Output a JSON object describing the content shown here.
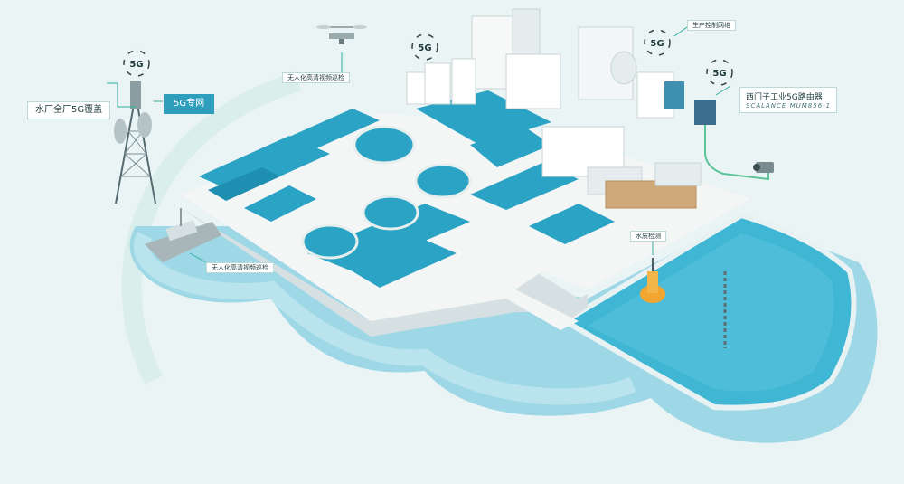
{
  "labels": {
    "coverage": "水厂全厂5G覆盖",
    "private_network": "5G专网",
    "drone_video_top": "无人化高清视频巡检",
    "boat_video": "无人化高清视频巡检",
    "production_network": "生产控制网络",
    "router_title": "西门子工业5G路由器",
    "router_subtitle": "SCALANCE MUM856-1",
    "water_quality": "水质检测",
    "signal_5g": "5G"
  },
  "icons": [
    "cell-tower-icon",
    "drone-icon",
    "boat-icon",
    "buoy-icon",
    "camera-icon",
    "router-icon",
    "signal-5g-icon"
  ],
  "colors": {
    "background": "#eaf4f4",
    "water": "#3fb6d4",
    "water_light": "#9ed8e6",
    "tank": "#2aa3c4",
    "platform": "#f4f6f6",
    "platform_side": "#d6e0e2",
    "accent": "#2d9fbd",
    "line": "#2fb0a0"
  }
}
